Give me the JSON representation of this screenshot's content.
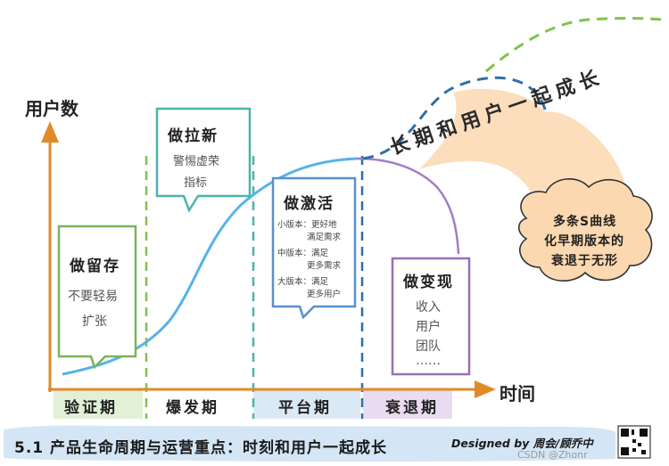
{
  "axes": {
    "y_label": "用户数",
    "x_label": "时间"
  },
  "phases": [
    {
      "label": "验证期",
      "color": "#e2f0d6"
    },
    {
      "label": "爆发期",
      "color": "#ffffff"
    },
    {
      "label": "平台期",
      "color": "#dbe9f7"
    },
    {
      "label": "衰退期",
      "color": "#eadcf0"
    }
  ],
  "notes": {
    "verify": {
      "title": "做留存",
      "lines": [
        "不要轻易",
        "扩张"
      ],
      "border": "#7ab35d"
    },
    "growth": {
      "title": "做拉新",
      "lines": [
        "警惕虚荣",
        "指标"
      ],
      "border": "#4cb3ac"
    },
    "platform": {
      "title": "做激活",
      "lines": [
        "小版本：更好地",
        "满足需求",
        "中版本：满足",
        "更多需求",
        "大版本：满足",
        "更多用户"
      ],
      "border": "#5a8fd0"
    },
    "decline": {
      "title": "做变现",
      "lines": [
        "收入",
        "用户",
        "团队",
        "……"
      ],
      "border": "#9a6fb8"
    }
  },
  "long_term_text": "长期和用户一起成长",
  "cloud": {
    "lines": [
      "多条S曲线",
      "化早期版本的",
      "衰退于无形"
    ],
    "color": "#fcd8b0"
  },
  "footer": {
    "title": "5.1 产品生命周期与运营重点：时刻和用户一起成长",
    "designer": "Designed by 周会/顾乔中",
    "watermark": "CSDN @Zhonr"
  },
  "colors": {
    "axis": "#e08a2a",
    "curve": "#57b2ea",
    "curve_dark": "#2f6fa8",
    "decline_curve": "#a37cc4",
    "green_dash": "#7fc34d",
    "cyan_dash": "#4cb3ac",
    "footer_band": "#d4e6f5"
  }
}
